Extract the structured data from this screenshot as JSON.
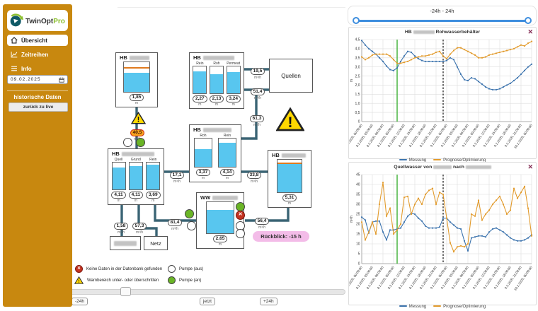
{
  "app": {
    "logo_main": "TwinOpt",
    "logo_accent": "Pro"
  },
  "sidebar": {
    "nav": [
      {
        "label": "Übersicht",
        "icon": "home-icon",
        "active": true
      },
      {
        "label": "Zeitreihen",
        "icon": "chart-icon",
        "active": false
      },
      {
        "label": "Info",
        "icon": "list-icon",
        "active": false
      }
    ],
    "date_value": "09.02.2025",
    "section_label": "historische Daten",
    "back_to_live_label": "zurück zu live",
    "background_color": "#c8880f"
  },
  "diagram": {
    "groups": {
      "hb_a": {
        "title": "HB",
        "tank": {
          "value": "1,85",
          "unit": "m"
        }
      },
      "hb_b": {
        "title": "HB",
        "tanks": [
          {
            "label": "Rein",
            "value": "2,27",
            "unit": "m"
          },
          {
            "label": "Roh",
            "value": "2,13",
            "unit": "m"
          },
          {
            "label": "Permeat",
            "value": "3,24",
            "unit": "m"
          }
        ]
      },
      "quellen": {
        "title": "Quellen"
      },
      "hb_c": {
        "title": "HB",
        "tanks": [
          {
            "label": "Roh",
            "value": "3,37",
            "unit": "m"
          },
          {
            "label": "Rein",
            "value": "4,14",
            "unit": "m"
          }
        ]
      },
      "hb_d": {
        "title": "HB",
        "tanks": [
          {
            "label": "Quell",
            "value": "4,11",
            "unit": "m"
          },
          {
            "label": "Grund",
            "value": "4,11",
            "unit": "m"
          },
          {
            "label": "Rein",
            "value": "3,69",
            "unit": "m"
          }
        ]
      },
      "hb_e": {
        "title": "HB",
        "tank": {
          "value": "5,31",
          "unit": "m"
        }
      },
      "ww": {
        "title": "WW",
        "tank": {
          "value": "2,65",
          "unit": "m"
        }
      },
      "netz": {
        "title": "Netz"
      }
    },
    "flows": [
      {
        "value": "19,5",
        "unit": "m³/h"
      },
      {
        "value": "51,4",
        "unit": "m³/h"
      },
      {
        "value": "61,3",
        "unit": "m³/h"
      },
      {
        "value": "17,1",
        "unit": "m³/h"
      },
      {
        "value": "33,8",
        "unit": "m³/h"
      },
      {
        "value": "40,5",
        "unit": "m³/h",
        "warning": true
      },
      {
        "value": "81,4",
        "unit": "m³/h"
      },
      {
        "value": "1,58",
        "unit": "m³/h"
      },
      {
        "value": "57,3",
        "unit": "m³/h"
      },
      {
        "value": "56,4",
        "unit": "m³/h"
      }
    ],
    "rueckblick_label": "Rückblick: -15 h",
    "legend": [
      {
        "icon": "no-data",
        "label": "Keine Daten in der Datenbank gefunden"
      },
      {
        "icon": "warning",
        "label": "Warnbereich unter- oder überschritten"
      },
      {
        "icon": "pump-off",
        "label": "Pumpe (aus)"
      },
      {
        "icon": "pump-on",
        "label": "Pumpe (an)"
      }
    ],
    "colors": {
      "water": "#58c6ef",
      "pipe": "#3a6474",
      "pump_on": "#6ab526",
      "warning_fill": "#ffd800"
    }
  },
  "timeline": {
    "back": "-24h",
    "now": "jetzt",
    "forward": "+24h"
  },
  "right_panel": {
    "range_label": "-24h - 24h",
    "close": "✕"
  },
  "chart_data": [
    {
      "type": "line",
      "title_pre": "HB",
      "title_redacted": true,
      "title_post": "Rohwasserbehälter",
      "ylabel": "m",
      "ylim": [
        0,
        4.5
      ],
      "grid": true,
      "legend_position": "bottom",
      "yticks": [
        4.5,
        4.0,
        3.5,
        3.0,
        2.5,
        2.0,
        1.5,
        1.0,
        0.5,
        0
      ],
      "ytick_labels": [
        "4,5",
        "4,0",
        "3,5",
        "3,0",
        "2,5",
        "2,0",
        "1,5",
        "1,0",
        "0,5",
        "0"
      ],
      "x_hours": 48,
      "x_tick_labels": [
        "8.2.2025, 00:00:00",
        "8.2.2025, 03:00:00",
        "8.2.2025, 06:00:00",
        "8.2.2025, 09:00:00",
        "8.2.2025, 12:00:00",
        "8.2.2025, 15:00:00",
        "8.2.2025, 18:00:00",
        "8.2.2025, 21:00:00",
        "9.2.2025, 00:00:00",
        "9.2.2025, 03:00:00",
        "9.2.2025, 06:00:00",
        "9.2.2025, 09:00:00",
        "9.2.2025, 12:00:00",
        "9.2.2025, 15:00:00",
        "9.2.2025, 18:00:00",
        "9.2.2025, 21:00:00",
        "10.2.2025, 00:00:00"
      ],
      "vlines": [
        {
          "hour": 10,
          "color": "#54b94c",
          "dash": false
        },
        {
          "hour": 23,
          "color": "#111111",
          "dash": true
        }
      ],
      "series": [
        {
          "name": "Messung",
          "color": "#3d74ae",
          "values": [
            4.45,
            4.2,
            4.0,
            3.85,
            3.7,
            3.5,
            3.3,
            3.05,
            2.85,
            2.8,
            2.95,
            3.3,
            3.6,
            3.85,
            3.8,
            3.6,
            3.45,
            3.35,
            3.3,
            3.3,
            3.3,
            3.3,
            3.3,
            3.3,
            3.35,
            3.5,
            3.4,
            3.0,
            2.6,
            2.3,
            2.25,
            2.4,
            2.35,
            2.2,
            2.05,
            1.9,
            1.8,
            1.75,
            1.75,
            1.8,
            1.9,
            2.0,
            2.1,
            2.25,
            2.4,
            2.6,
            2.8,
            3.0,
            3.15
          ]
        },
        {
          "name": "Prognose/Optimierung",
          "color": "#e29b2d",
          "values": [
            3.55,
            3.4,
            3.5,
            3.65,
            3.7,
            3.7,
            3.7,
            3.7,
            3.6,
            3.4,
            3.2,
            3.2,
            3.25,
            3.3,
            3.4,
            3.5,
            3.55,
            3.6,
            3.6,
            3.65,
            3.7,
            3.8,
            3.85,
            3.6,
            3.45,
            3.7,
            3.9,
            4.05,
            4.05,
            3.95,
            3.85,
            3.75,
            3.65,
            3.5,
            3.5,
            3.55,
            3.65,
            3.7,
            3.75,
            3.8,
            3.85,
            3.9,
            3.95,
            4.0,
            4.1,
            4.2,
            4.15,
            4.3,
            4.4
          ]
        }
      ]
    },
    {
      "type": "line",
      "title_pre": "Quellwasser von",
      "title_redacted": true,
      "title_mid": "nach",
      "title_redacted2": true,
      "ylabel": "m³/h",
      "ylim": [
        0,
        45
      ],
      "grid": true,
      "legend_position": "bottom",
      "yticks": [
        45,
        40,
        35,
        30,
        25,
        20,
        15,
        10,
        5,
        0
      ],
      "ytick_labels": [
        "45",
        "40",
        "35",
        "30",
        "25",
        "20",
        "15",
        "10",
        "5",
        "0"
      ],
      "x_hours": 48,
      "x_tick_labels": [
        "8.2.2025, 00:00:00",
        "8.2.2025, 03:00:00",
        "8.2.2025, 06:00:00",
        "8.2.2025, 09:00:00",
        "8.2.2025, 12:00:00",
        "8.2.2025, 15:00:00",
        "8.2.2025, 18:00:00",
        "8.2.2025, 21:00:00",
        "9.2.2025, 00:00:00",
        "9.2.2025, 03:00:00",
        "9.2.2025, 06:00:00",
        "9.2.2025, 09:00:00",
        "9.2.2025, 12:00:00",
        "9.2.2025, 15:00:00",
        "9.2.2025, 18:00:00",
        "9.2.2025, 21:00:00",
        "10.2.2025, 00:00:00"
      ],
      "vlines": [
        {
          "hour": 10,
          "color": "#54b94c",
          "dash": false
        },
        {
          "hour": 23,
          "color": "#111111",
          "dash": true
        }
      ],
      "series": [
        {
          "name": "Messung",
          "color": "#3d74ae",
          "values": [
            23.5,
            22,
            15.5,
            21,
            21.5,
            21.5,
            16,
            12,
            17,
            17,
            17.5,
            18,
            21,
            24,
            25.5,
            25,
            23,
            21.5,
            19,
            18,
            18,
            18,
            18.5,
            23,
            23,
            21,
            19.5,
            18,
            17.5,
            11.5,
            6.5,
            13,
            13.5,
            14,
            14,
            13.5,
            16,
            17.5,
            18,
            17,
            16,
            14.5,
            13,
            12,
            11.5,
            11.5,
            12,
            13,
            14.5
          ]
        },
        {
          "name": "Prognose/Optimierung",
          "color": "#e29b2d",
          "values": [
            21,
            12,
            16,
            21,
            15,
            30,
            41,
            24,
            28,
            15,
            17,
            20,
            33.5,
            34,
            25,
            30,
            33,
            30,
            35,
            37,
            38,
            30,
            36,
            35,
            23,
            10.5,
            6,
            8.5,
            9,
            8.5,
            10,
            25,
            24,
            32,
            22,
            25,
            27,
            30,
            32,
            34,
            30,
            25,
            27,
            38,
            33,
            36,
            39,
            28,
            14
          ]
        }
      ]
    }
  ]
}
